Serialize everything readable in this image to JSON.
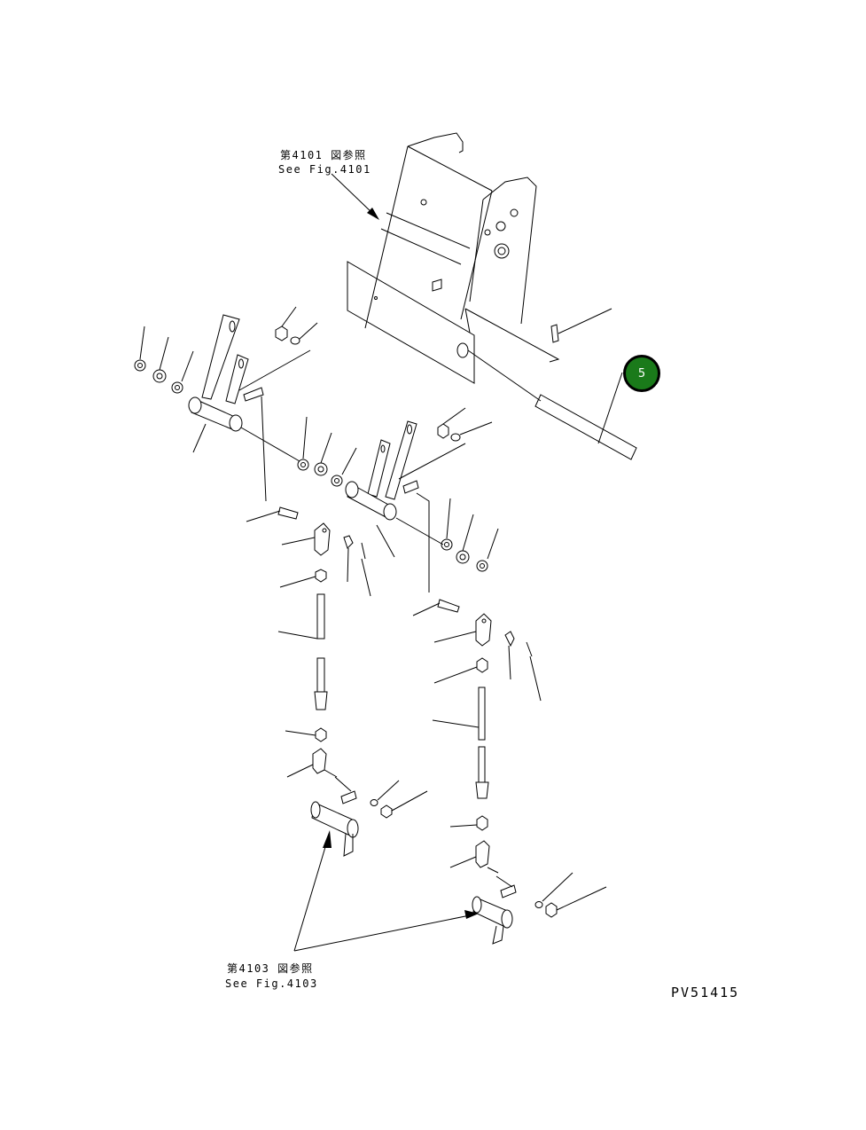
{
  "references": {
    "top": {
      "ja": "第4101 図参照",
      "en": "See Fig.4101"
    },
    "bottom": {
      "ja": "第4103 図参照",
      "en": "See Fig.4103"
    }
  },
  "callout": {
    "number": "5",
    "color": "#1a7a1a"
  },
  "drawing_number": "PV51415"
}
